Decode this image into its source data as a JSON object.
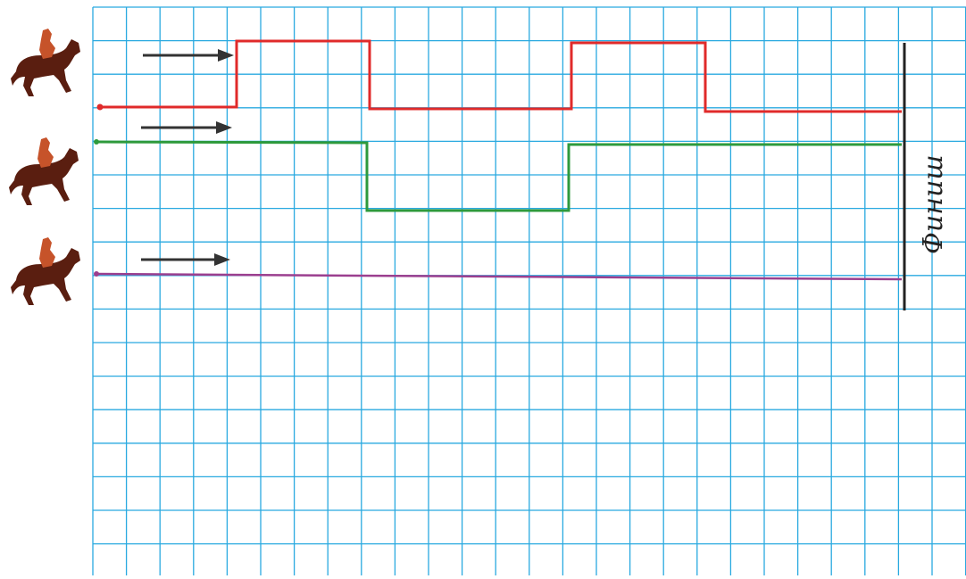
{
  "finish_label": "Финиш",
  "colors": {
    "grid": "#29a9e0",
    "paper": "#ffffff",
    "arrow": "#333333",
    "finish_line": "#222222",
    "horse": "#5a1e10",
    "rider": "#c6532a"
  },
  "riders": [
    {
      "id": "rider-1",
      "icon": "horse-rider-icon",
      "route_color": "#e02a2a"
    },
    {
      "id": "rider-2",
      "icon": "horse-rider-icon",
      "route_color": "#2e9a3c"
    },
    {
      "id": "rider-3",
      "icon": "horse-rider-icon",
      "route_color": "#9b3f8f"
    }
  ],
  "arrows": [
    {
      "id": "arrow-1",
      "icon": "right-arrow-icon"
    },
    {
      "id": "arrow-2",
      "icon": "right-arrow-icon"
    },
    {
      "id": "arrow-3",
      "icon": "right-arrow-icon"
    }
  ]
}
